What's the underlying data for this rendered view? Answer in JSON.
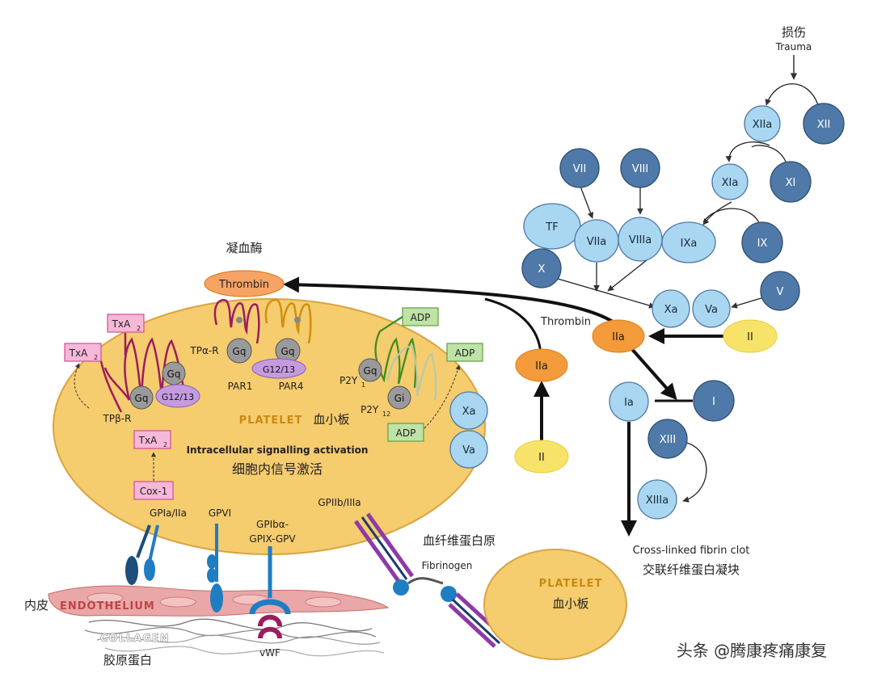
{
  "labels": {
    "trauma_cn": "损伤",
    "trauma_en": "Trauma",
    "thrombin_cn": "凝血酶",
    "thrombin": "Thrombin",
    "thrombin_side": "Thrombin",
    "platelet": "PLATELET",
    "platelet_cn": "血小板",
    "intracellular_en": "Intracellular signalling activation",
    "intracellular_cn": "细胞内信号激活",
    "clot_en": "Cross-linked fibrin clot",
    "clot_cn": "交联纤维蛋白凝块",
    "fibrinogen_cn": "血纤维蛋白原",
    "fibrinogen_en": "Fibrinogen",
    "platelet2": "PLATELET",
    "platelet2_cn": "血小板",
    "endothelium_cn": "内皮",
    "endothelium": "ENDOTHELIUM",
    "collagen": "COLLAGEN",
    "collagen_cn": "胶原蛋白",
    "vwf": "vWF",
    "watermark": "头条 @腾康疼痛康复"
  },
  "receptors": {
    "txa2_a": "TxA",
    "txa2_b": "TxA",
    "txa2_c": "TxA",
    "sub2": "2",
    "tpa_r": "TPα-R",
    "tpb_r": "TPβ-R",
    "gq1": "Gq",
    "gq2": "Gq",
    "gq3": "Gq",
    "gq4": "Gq",
    "gq5": "Gq",
    "g1213a": "G12/13",
    "g1213b": "G12/13",
    "gi": "Gi",
    "par1": "PAR1",
    "par4": "PAR4",
    "p2y1": "P2Y",
    "p2y1_sub": "1",
    "p2y12": "P2Y",
    "p2y12_sub": "12",
    "adp1": "ADP",
    "adp2": "ADP",
    "adp3": "ADP",
    "cox1": "Cox-1",
    "gpia": "GPIa/IIa",
    "gpvi": "GPVI",
    "gpib1": "GPIbα-",
    "gpib2": "GPIX-GPV",
    "gpiib": "GPIIb/IIIa"
  },
  "factors": {
    "xii": "XII",
    "xiia": "XIIa",
    "xi": "XI",
    "xia": "XIa",
    "vii": "VII",
    "viii": "VIII",
    "tf": "TF",
    "viia": "VIIa",
    "viiia": "VIIIa",
    "ixa": "IXa",
    "ix": "IX",
    "x": "X",
    "xa": "Xa",
    "va": "Va",
    "v": "V",
    "iia": "IIa",
    "ii": "II",
    "iia2": "IIa",
    "ii2": "II",
    "ia": "Ia",
    "i": "I",
    "xiii": "XIII",
    "xiiia": "XIIIa",
    "xa2": "Xa",
    "va2": "Va"
  },
  "colors": {
    "platelet_fill": "#f5cc6e",
    "platelet_stroke": "#d9a441",
    "dark_factor": "#4f79a8",
    "light_factor": "#a9d6f0",
    "iia_orange": "#f39a3a",
    "ii_yellow": "#f7e36a",
    "thrombin_fill": "#f6a366",
    "txa2_fill": "#f6b8d8",
    "txa2_stroke": "#d14c99",
    "adp_fill": "#bfe3a6",
    "adp_stroke": "#5f9f3c"
  }
}
